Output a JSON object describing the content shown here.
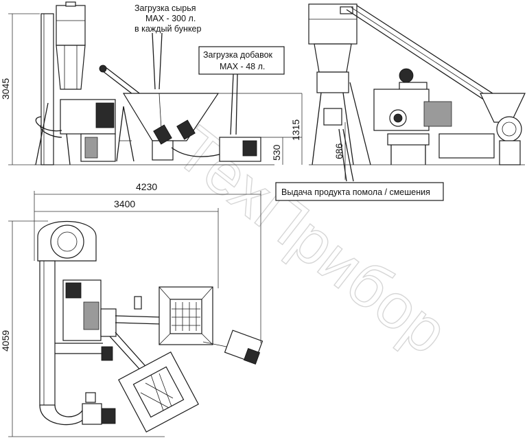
{
  "watermark": {
    "text": "ТехПрибор"
  },
  "callouts": {
    "raw_load": {
      "line1": "Загрузка сырья",
      "line2": "MAX - 300 л.",
      "line3": "в каждый бункер"
    },
    "additive_load": {
      "line1": "Загрузка добавок",
      "line2": "MAX - 48 л."
    },
    "output": {
      "text": "Выдача продукта помола / смешения"
    }
  },
  "dimensions": {
    "height_left": "3045",
    "hopper_height": "1315",
    "additive_height": "530",
    "output_height": "686",
    "overall_width": "4230",
    "inner_width": "3400",
    "plan_depth": "4059"
  }
}
